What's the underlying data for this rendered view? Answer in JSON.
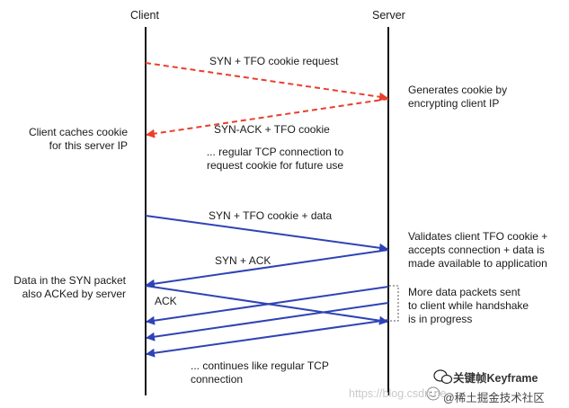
{
  "headers": {
    "client": "Client",
    "server": "Server"
  },
  "messages": {
    "syn_cookie_request": "SYN + TFO cookie request",
    "synack_cookie": "SYN-ACK + TFO cookie",
    "syn_cookie_data": "SYN + TFO cookie + data",
    "syn_ack": "SYN + ACK",
    "ack": "ACK"
  },
  "notes": {
    "generates_cookie": [
      "Generates cookie by",
      "encrypting client IP"
    ],
    "client_caches": [
      "Client caches cookie",
      "for this server IP"
    ],
    "regular_tcp": [
      "... regular TCP connection to",
      "request cookie for future use"
    ],
    "validates": [
      "Validates client TFO cookie +",
      "accepts connection + data is",
      "made available to application"
    ],
    "data_syn": [
      "Data in the SYN packet",
      "also ACKed by server"
    ],
    "more_data": [
      "More data packets sent",
      "to client while handshake",
      "is in progress"
    ],
    "continues": [
      "... continues like regular TCP",
      "connection"
    ]
  },
  "watermark": {
    "line1": "关键帧Keyframe",
    "line2": "https://blog.csdn.ne",
    "line3": "@稀土掘金技术社区"
  },
  "colors": {
    "red_arrow": "#e8402c",
    "blue_arrow": "#2f43b5",
    "lifeline": "#111111"
  }
}
